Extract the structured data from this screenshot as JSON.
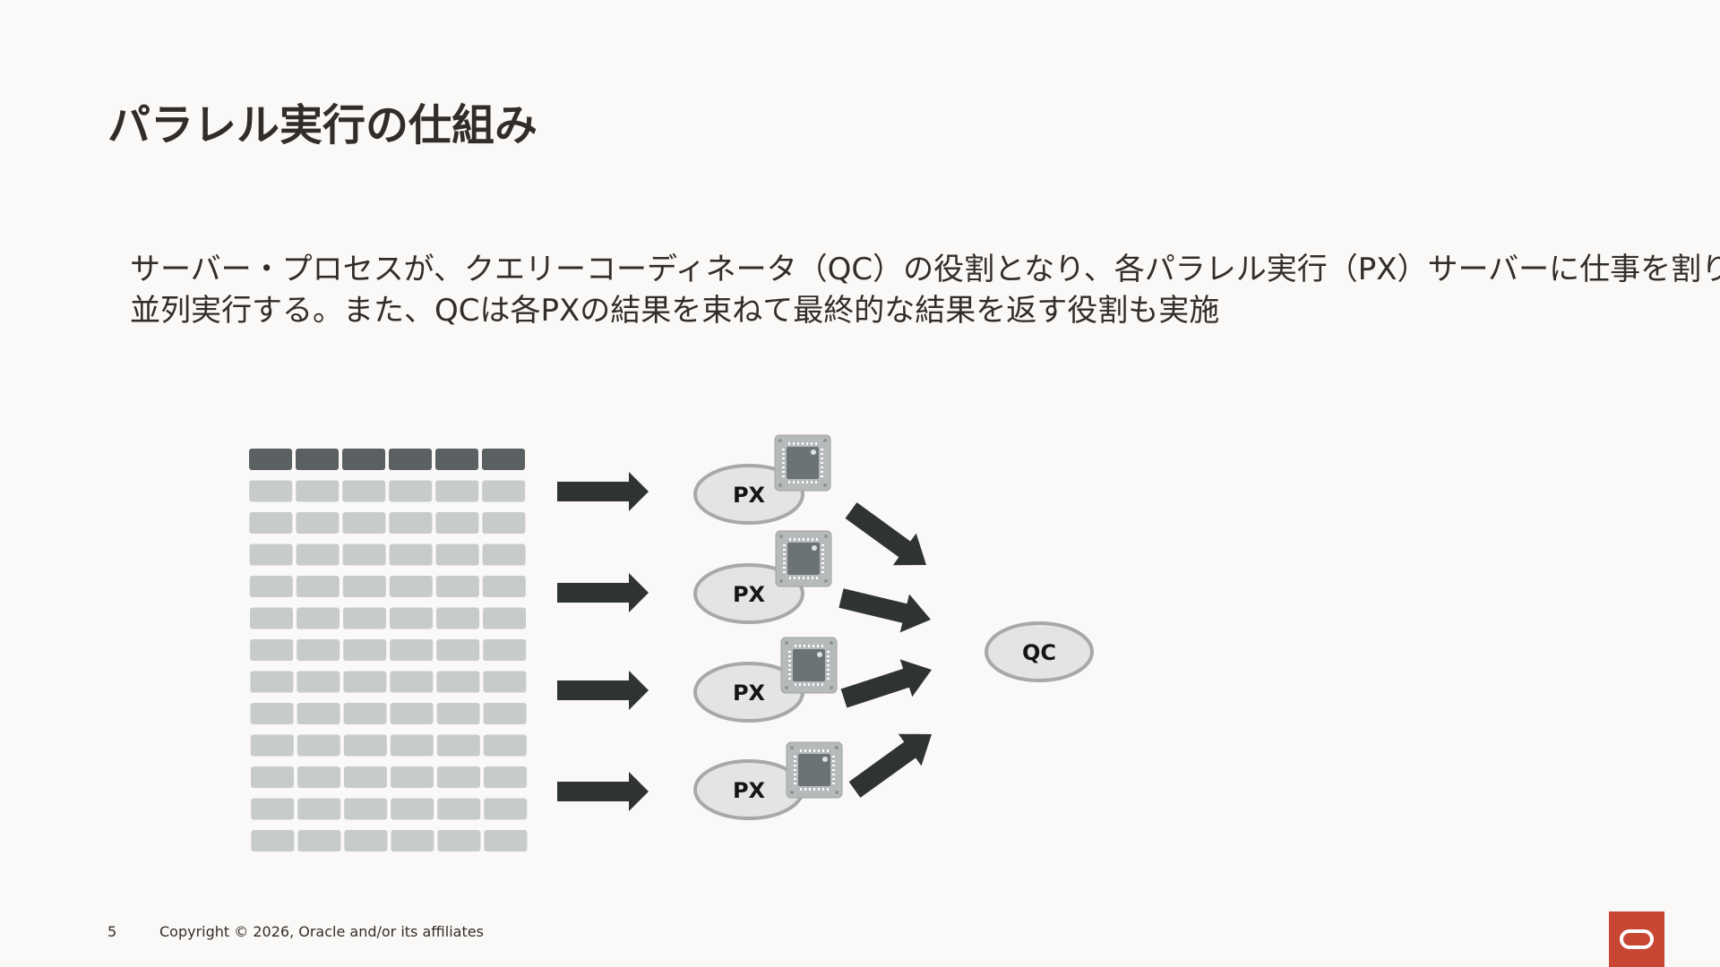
{
  "slide": {
    "title": "パラレル実行の仕組み",
    "body_lines": [
      "サーバー・プロセスが、クエリーコーディネータ（QC）の役割となり、各パラレル実行（PX）サーバーに仕事を割り振り",
      "並列実行する。また、QCは各PXの結果を束ねて最終的な結果を返す役割も実施"
    ]
  },
  "diagram": {
    "table": {
      "columns": 6,
      "data_rows": 12
    },
    "px_nodes": [
      {
        "label": "PX"
      },
      {
        "label": "PX"
      },
      {
        "label": "PX"
      },
      {
        "label": "PX"
      }
    ],
    "qc_node": {
      "label": "QC"
    },
    "icons": [
      "table-icon",
      "cpu-chip-icon",
      "arrow-right-icon"
    ]
  },
  "footer": {
    "page_number": "5",
    "copyright": "Copyright © 2026, Oracle and/or its affiliates"
  },
  "colors": {
    "background": "#faf9f7",
    "text": "#312d2a",
    "header_cell": "#5b6163",
    "data_cell": "#c8cbcb",
    "node_fill": "#e4e4e4",
    "node_stroke": "#a8a8a8",
    "arrow": "#2f3433",
    "chip_frame": "#b7babb",
    "chip_core": "#6b7377",
    "logo": "#c74634"
  }
}
